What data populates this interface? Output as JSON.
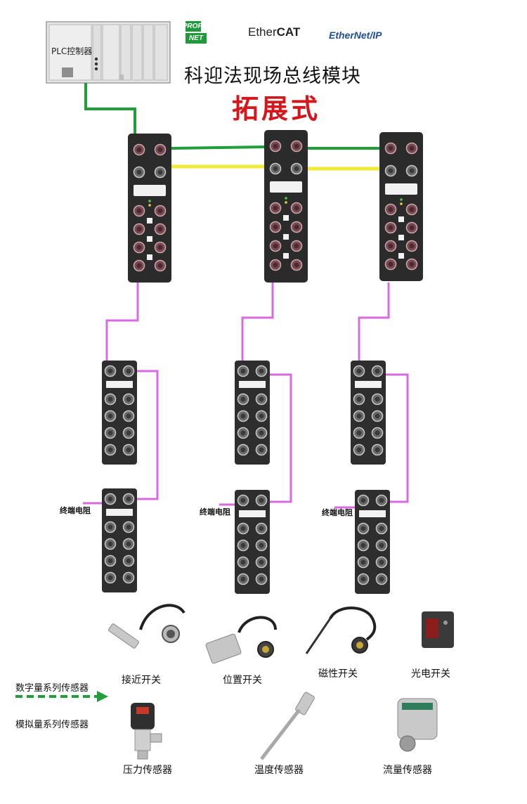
{
  "plc": {
    "label": "PLC控制器"
  },
  "logos": {
    "profinet_top": "PROFI",
    "profinet_bottom": "NET",
    "ethercat_prefix": "Ether",
    "ethercat_suffix": "CAT",
    "ethernetip": "EtherNet/IP"
  },
  "title": "科迎法现场总线模块",
  "subtitle": "拓展式",
  "terminator_label": "终端电阻",
  "sensors": {
    "proximity": "接近开关",
    "position": "位置开关",
    "magnetic": "磁性开关",
    "photoelectric": "光电开关",
    "pressure": "压力传感器",
    "temperature": "温度传感器",
    "flow": "流量传感器"
  },
  "legend": {
    "digital": "数字量系列传感器",
    "analog": "模拟量系列传感器"
  },
  "colors": {
    "ethernet_green": "#1f9e3a",
    "ethernet_yellow": "#f2ea3a",
    "extension_magenta": "#d86be0",
    "module_body": "#2b2b2b",
    "title_red": "#d4171c",
    "legend_arrow": "#1f9e3a"
  }
}
